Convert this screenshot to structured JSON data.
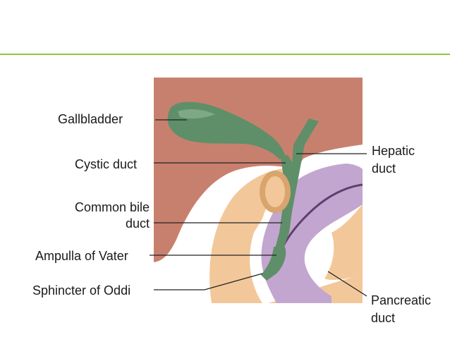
{
  "colors": {
    "accent_rule": "#8cc63f",
    "liver": "#c8806e",
    "liver_dark": "#b0624f",
    "gallbladder": "#5f8f69",
    "gallbladder_light": "#7fa985",
    "duodenum": "#f2c89a",
    "duodenum_dark": "#d9a46d",
    "pancreas": "#c3a6cf",
    "pancreas_line": "#5e3f6e",
    "leader_line": "#222222"
  },
  "labels": {
    "gallbladder": "Gallbladder",
    "cystic_duct": "Cystic duct",
    "common_bile_duct_line1": "Common bile",
    "common_bile_duct_line2": "duct",
    "ampulla": "Ampulla of Vater",
    "sphincter": "Sphincter of Oddi",
    "hepatic_line1": "Hepatic",
    "hepatic_line2": "duct",
    "pancreatic_line1": "Pancreatic",
    "pancreatic_line2": "duct"
  }
}
